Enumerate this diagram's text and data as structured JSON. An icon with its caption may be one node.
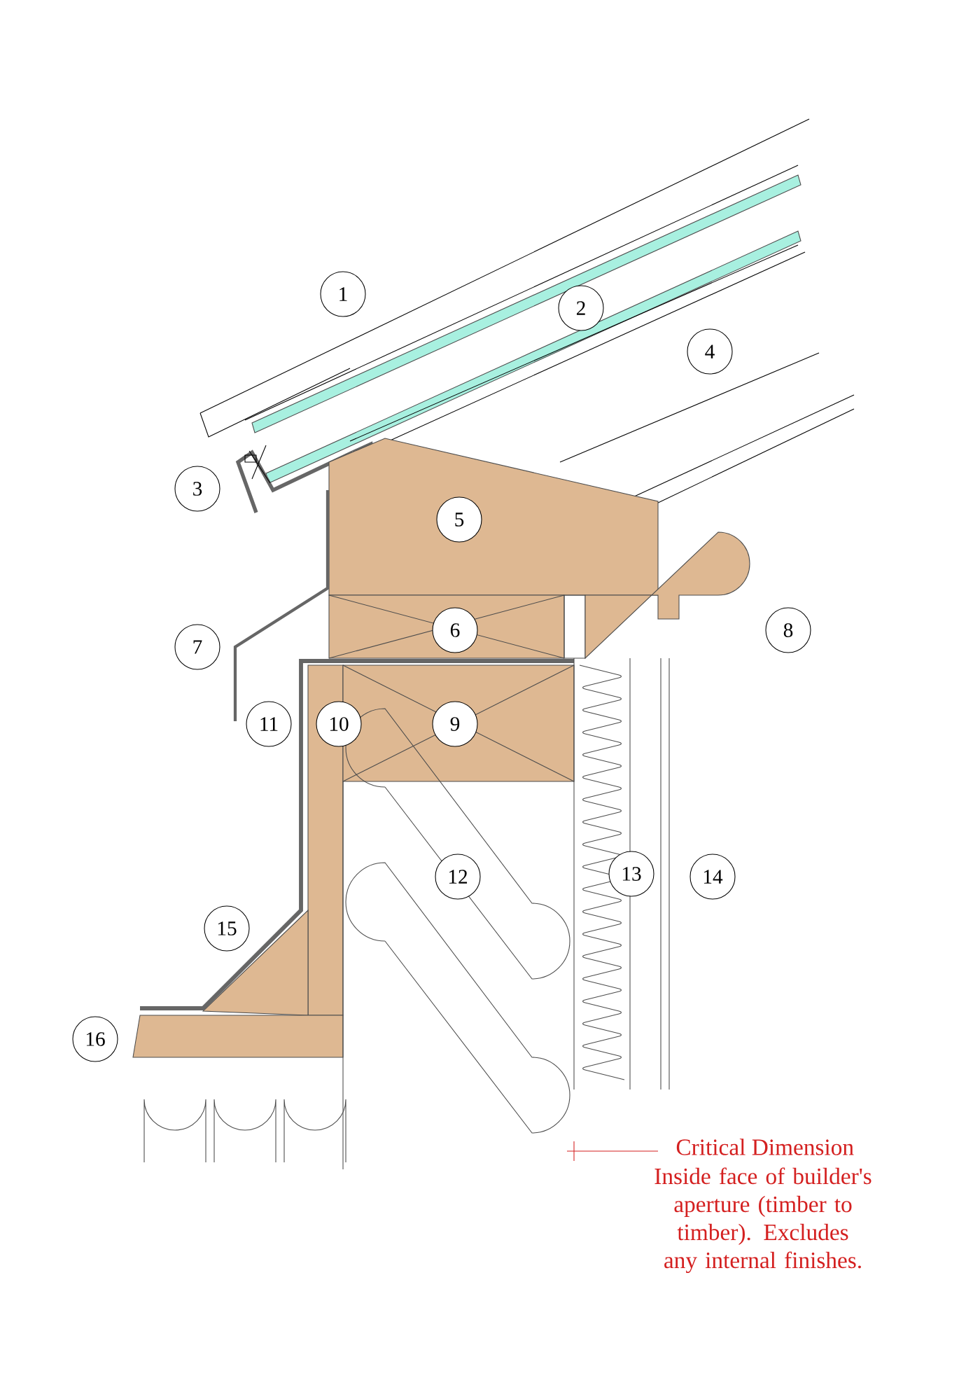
{
  "diagram": {
    "nodes": [
      {
        "text": [
          "1"
        ]
      },
      {
        "text": [
          "2"
        ]
      },
      {
        "text": [
          "3"
        ]
      },
      {
        "text": [
          "4"
        ]
      },
      {
        "text": [
          "5"
        ]
      },
      {
        "text": [
          "6"
        ]
      },
      {
        "text": [
          "7"
        ]
      },
      {
        "text": [
          "8"
        ]
      },
      {
        "text": [
          "9"
        ]
      },
      {
        "text": [
          "10"
        ]
      },
      {
        "text": [
          "11"
        ]
      },
      {
        "text": [
          "12"
        ]
      },
      {
        "text": [
          "13"
        ]
      },
      {
        "text": [
          "14"
        ]
      },
      {
        "text": [
          "15"
        ]
      },
      {
        "text": [
          "16"
        ]
      }
    ],
    "edges": [],
    "labels": [
      "Critical Dimension",
      "Inside face of builder's aperture (timber to timber). Excludes any internal finishes."
    ]
  }
}
